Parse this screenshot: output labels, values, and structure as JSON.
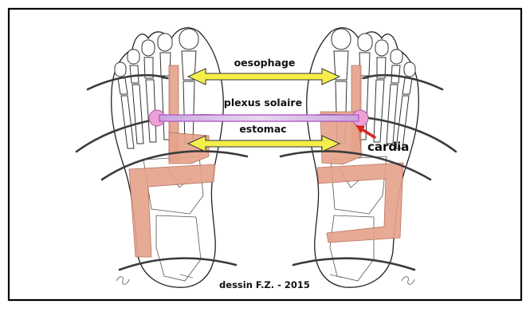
{
  "labels": {
    "oesophage": "oesophage",
    "plexus_solaire": "plexus solaire",
    "estomac": "estomac",
    "cardia": "cardia",
    "credit": "dessin F.Z. - 2015"
  },
  "colors": {
    "frame": "#000000",
    "zone_fill": "#e6a38c",
    "double_arrow_yellow": "#f5ee4a",
    "plexus_line": "#b45cc2",
    "plexus_dot": "#f0a0d8",
    "cardia_arrow": "#d9231c"
  },
  "icons": {
    "double_arrow": "double-headed-arrow",
    "pointer": "red-pointer-arrow"
  }
}
